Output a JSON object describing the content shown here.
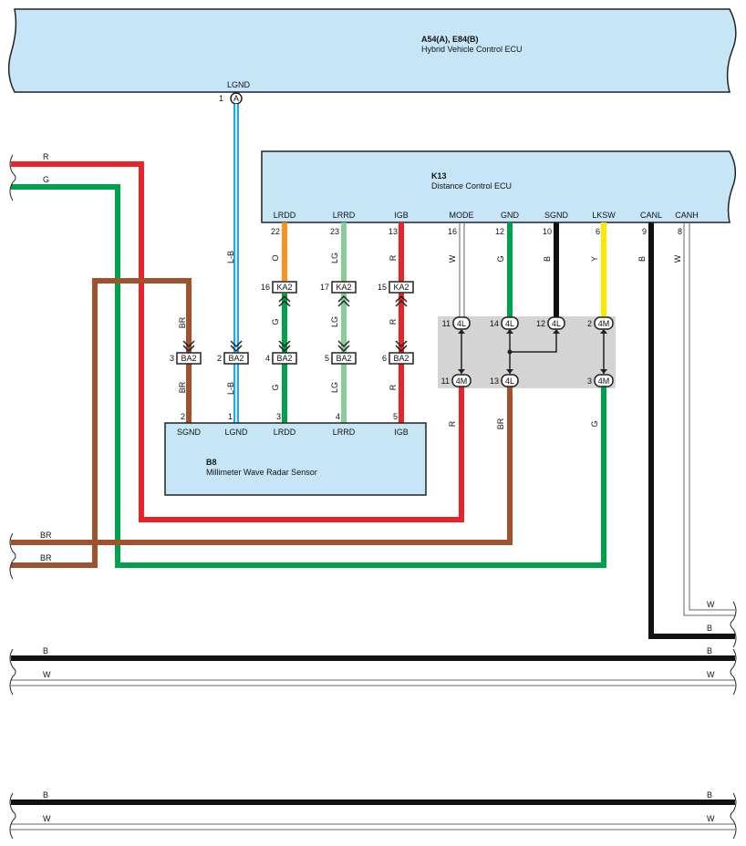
{
  "hv_ecu": {
    "code": "A54(A), E84(B)",
    "name": "Hybrid Vehicle Control ECU",
    "pin_label": "LGND",
    "pin_number": "1",
    "connector": "A"
  },
  "dc_ecu": {
    "code": "K13",
    "name": "Distance Control ECU",
    "pins": [
      {
        "label": "LRDD",
        "number": "22",
        "color": "O"
      },
      {
        "label": "LRRD",
        "number": "23",
        "color": "LG"
      },
      {
        "label": "IGB",
        "number": "13",
        "color": "R"
      },
      {
        "label": "MODE",
        "number": "16",
        "color": "W"
      },
      {
        "label": "GND",
        "number": "12",
        "color": "G"
      },
      {
        "label": "SGND",
        "number": "10",
        "color": "B"
      },
      {
        "label": "LKSW",
        "number": "6",
        "color": "Y"
      },
      {
        "label": "CANL",
        "number": "9",
        "color": "B"
      },
      {
        "label": "CANH",
        "number": "8",
        "color": "W"
      }
    ]
  },
  "sensor": {
    "code": "B8",
    "name": "Millimeter Wave Radar Sensor",
    "pins": [
      {
        "label": "SGND",
        "number": "2"
      },
      {
        "label": "LGND",
        "number": "1"
      },
      {
        "label": "LRDD",
        "number": "3"
      },
      {
        "label": "LRRD",
        "number": "4"
      },
      {
        "label": "IGB",
        "number": "5"
      }
    ]
  },
  "ba2_connector": {
    "name": "BA2",
    "pins": [
      "3",
      "2",
      "4",
      "5",
      "6"
    ]
  },
  "ka2_connector": {
    "name": "KA2",
    "pins": [
      "16",
      "17",
      "15"
    ]
  },
  "junction": {
    "top": [
      {
        "pin": "11",
        "name": "4L"
      },
      {
        "pin": "14",
        "name": "4L"
      },
      {
        "pin": "12",
        "name": "4L"
      },
      {
        "pin": "2",
        "name": "4M"
      }
    ],
    "bottom": [
      {
        "pin": "11",
        "name": "4M"
      },
      {
        "pin": "13",
        "name": "4L"
      },
      {
        "pin": "3",
        "name": "4M"
      }
    ]
  },
  "wire_colors": {
    "lgnd": "L-B",
    "sgnd": "BR",
    "lrdd_upper": "O",
    "lrdd_lower": "G",
    "lrrd": "LG",
    "igb": "R",
    "junction_red": "R",
    "junction_brown": "BR",
    "junction_green": "G"
  },
  "left_inputs": [
    "R",
    "G",
    "BR",
    "BR"
  ],
  "right_outputs": [
    "W",
    "B"
  ],
  "bus_lines": [
    {
      "left": "B",
      "right": "B"
    },
    {
      "left": "W",
      "right": "W"
    },
    {
      "left": "B",
      "right": "B"
    },
    {
      "left": "W",
      "right": "W"
    }
  ],
  "colors": {
    "ecu_fill": "#c6e6f8",
    "junction_fill": "#d4d4d4",
    "red": "#e8232a",
    "green": "#00a14b",
    "brown": "#a0522d",
    "orange": "#f7941d",
    "light_green": "#8ccc9c",
    "yellow": "#ffe600",
    "blue": "#29a8e0",
    "black": "#111111"
  }
}
